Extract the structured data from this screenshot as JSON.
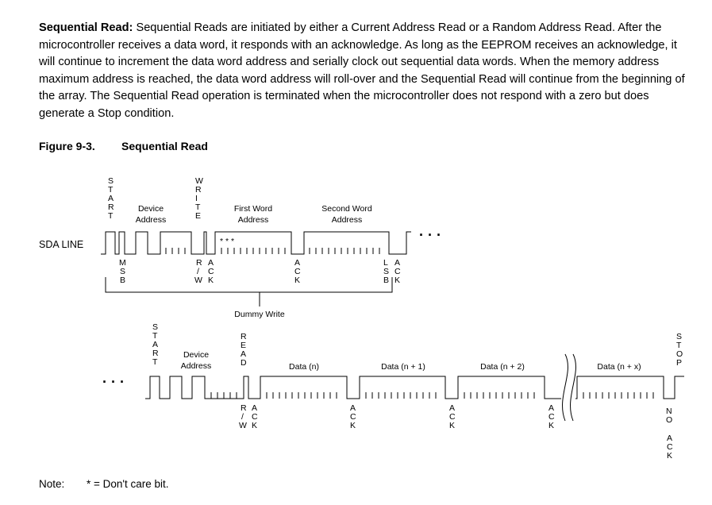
{
  "paragraph": {
    "title": "Sequential Read:",
    "body": " Sequential Reads are initiated by either a Current Address Read or a Random Address Read. After the microcontroller receives a data word, it responds with an acknowledge. As long as the EEPROM receives an acknowledge, it will continue to increment the data word address and serially clock out sequential data words. When the memory address maximum address is reached, the data word address will roll-over and the Sequential Read will continue from the beginning of the array. The Sequential Read operation is terminated when the microcontroller does not respond with a zero but does generate a Stop condition."
  },
  "figure": {
    "number": "Figure 9-3.",
    "title": "Sequential Read"
  },
  "diagram": {
    "top": {
      "sda_label": "SDA LINE",
      "start": "START",
      "write": "WRITE",
      "device_address": [
        "Device",
        "Address"
      ],
      "first_word": [
        "First Word",
        "Address"
      ],
      "second_word": [
        "Second Word",
        "Address"
      ],
      "dont_care": "* * *",
      "ellipsis": "· · ·",
      "msb": "MSB",
      "rw": [
        "R",
        "/",
        "W"
      ],
      "ack": "ACK",
      "lsb": "LSB",
      "dummy_write": "Dummy Write"
    },
    "bottom": {
      "ellipsis": "· · ·",
      "start": "START",
      "device_address": [
        "Device",
        "Address"
      ],
      "read": "READ",
      "data_n": "Data (n)",
      "data_n1": "Data (n + 1)",
      "data_n2": "Data (n + 2)",
      "data_nx": "Data (n + x)",
      "stop": "STOP",
      "rw": [
        "R",
        "/",
        "W"
      ],
      "ack": "ACK",
      "no": "NO",
      "no_ack": "ACK"
    }
  },
  "note": {
    "label": "Note:",
    "text": "* = Don't care bit."
  }
}
